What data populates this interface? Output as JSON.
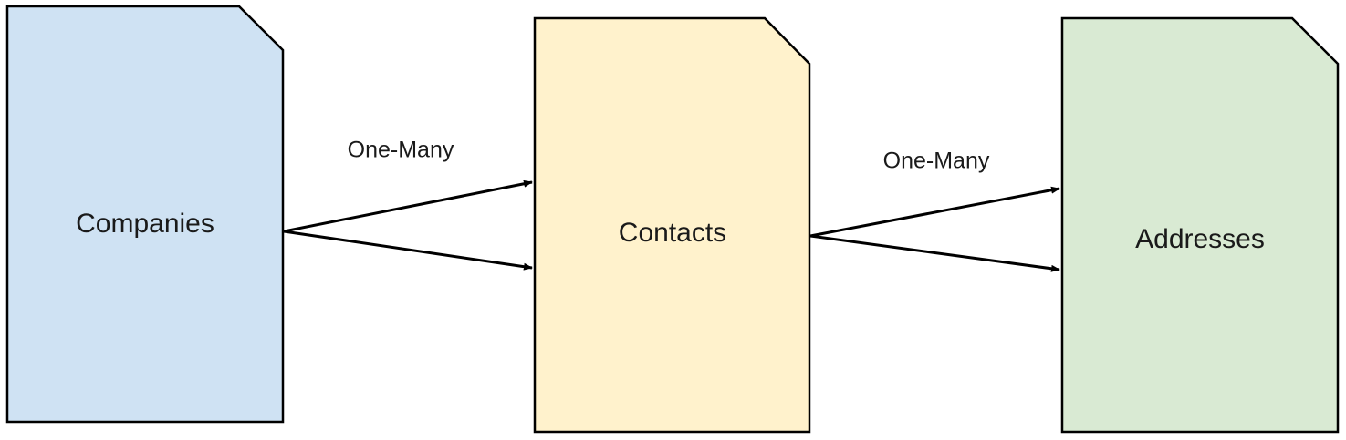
{
  "nodes": [
    {
      "id": "companies",
      "label": "Companies",
      "fill": "#cfe2f3"
    },
    {
      "id": "contacts",
      "label": "Contacts",
      "fill": "#fff2cc"
    },
    {
      "id": "addresses",
      "label": "Addresses",
      "fill": "#d9ead3"
    }
  ],
  "edges": [
    {
      "from": "companies",
      "to": "contacts",
      "label": "One-Many"
    },
    {
      "from": "contacts",
      "to": "addresses",
      "label": "One-Many"
    }
  ],
  "colors": {
    "stroke": "#000000",
    "text": "#1a1a1a"
  }
}
